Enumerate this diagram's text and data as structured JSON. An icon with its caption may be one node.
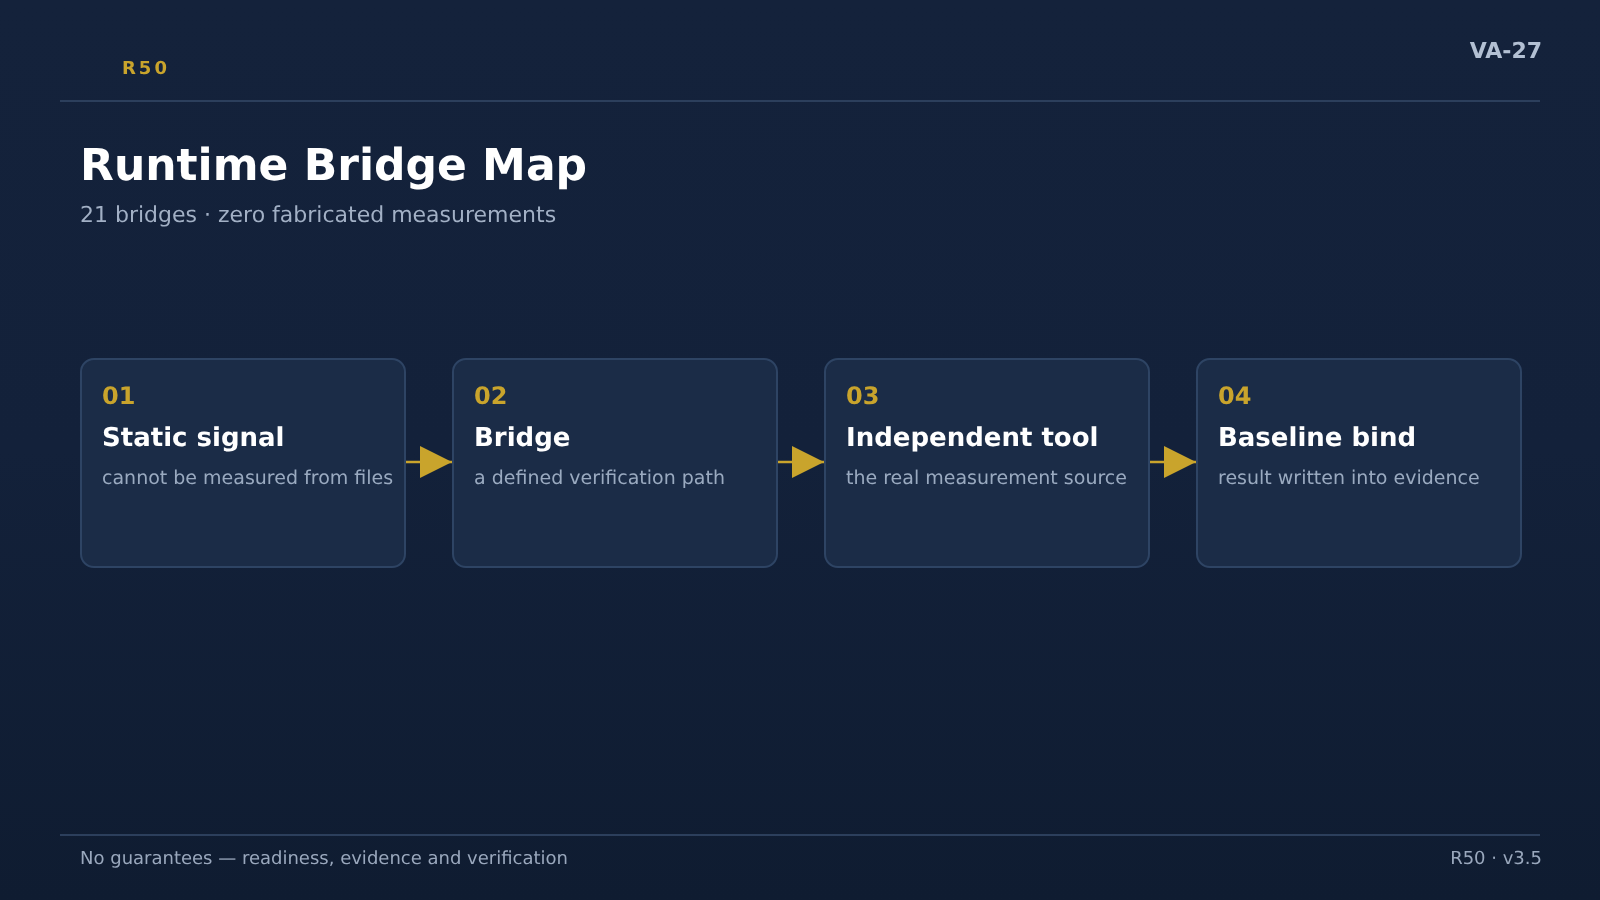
{
  "diagram": {
    "title": "Runtime Bridge Map",
    "nodes": [
      {
        "text": [
          "01",
          "Static signal",
          "cannot be measured from files"
        ]
      },
      {
        "text": [
          "02",
          "Bridge",
          "a defined verification path"
        ]
      },
      {
        "text": [
          "03",
          "Independent tool",
          "the real measurement source"
        ]
      },
      {
        "text": [
          "04",
          "Baseline bind",
          "result written into evidence"
        ]
      }
    ],
    "edges": [
      {
        "from": 0,
        "to": 1,
        "arrow": "to"
      },
      {
        "from": 1,
        "to": 2,
        "arrow": "to"
      },
      {
        "from": 2,
        "to": 3,
        "arrow": "to"
      }
    ],
    "labels": [
      "R50",
      "VA-27",
      "21 bridges · zero fabricated measurements",
      "No guarantees — readiness, evidence and verification",
      "R50 · v3.5"
    ]
  }
}
